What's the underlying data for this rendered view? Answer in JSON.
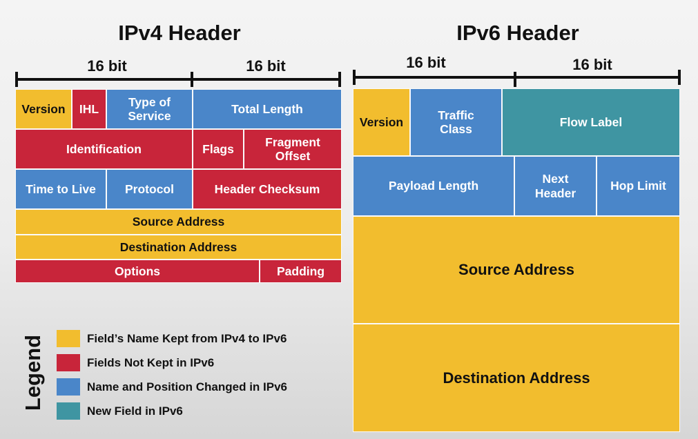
{
  "colors": {
    "kept": "#F2BD2E",
    "not_kept": "#C8253A",
    "changed": "#4A86C9",
    "new": "#3F95A2"
  },
  "ipv4": {
    "title": "IPv4 Header",
    "bits": [
      "16 bit",
      "16 bit"
    ],
    "fields": [
      {
        "label": "Version",
        "category": "kept"
      },
      {
        "label": "IHL",
        "category": "not_kept"
      },
      {
        "label": [
          "Type of",
          "Service"
        ],
        "category": "changed"
      },
      {
        "label": "Total Length",
        "category": "changed"
      },
      {
        "label": "Identification",
        "category": "not_kept"
      },
      {
        "label": "Flags",
        "category": "not_kept"
      },
      {
        "label": [
          "Fragment",
          "Offset"
        ],
        "category": "not_kept"
      },
      {
        "label": "Time to Live",
        "category": "changed"
      },
      {
        "label": "Protocol",
        "category": "changed"
      },
      {
        "label": "Header Checksum",
        "category": "not_kept"
      },
      {
        "label": "Source Address",
        "category": "kept"
      },
      {
        "label": "Destination Address",
        "category": "kept"
      },
      {
        "label": "Options",
        "category": "not_kept"
      },
      {
        "label": "Padding",
        "category": "not_kept"
      }
    ]
  },
  "ipv6": {
    "title": "IPv6 Header",
    "bits": [
      "16 bit",
      "16 bit"
    ],
    "fields": [
      {
        "label": "Version",
        "category": "kept"
      },
      {
        "label": [
          "Traffic",
          "Class"
        ],
        "category": "changed"
      },
      {
        "label": "Flow Label",
        "category": "new"
      },
      {
        "label": "Payload Length",
        "category": "changed"
      },
      {
        "label": [
          "Next",
          "Header"
        ],
        "category": "changed"
      },
      {
        "label": "Hop Limit",
        "category": "changed"
      },
      {
        "label": "Source Address",
        "category": "kept"
      },
      {
        "label": "Destination Address",
        "category": "kept"
      }
    ]
  },
  "legend": {
    "title": "Legend",
    "items": [
      {
        "label": "Field’s Name Kept from IPv4 to IPv6",
        "category": "kept"
      },
      {
        "label": "Fields Not Kept in IPv6",
        "category": "not_kept"
      },
      {
        "label": "Name and Position Changed in IPv6",
        "category": "changed"
      },
      {
        "label": "New Field in IPv6",
        "category": "new"
      }
    ]
  }
}
